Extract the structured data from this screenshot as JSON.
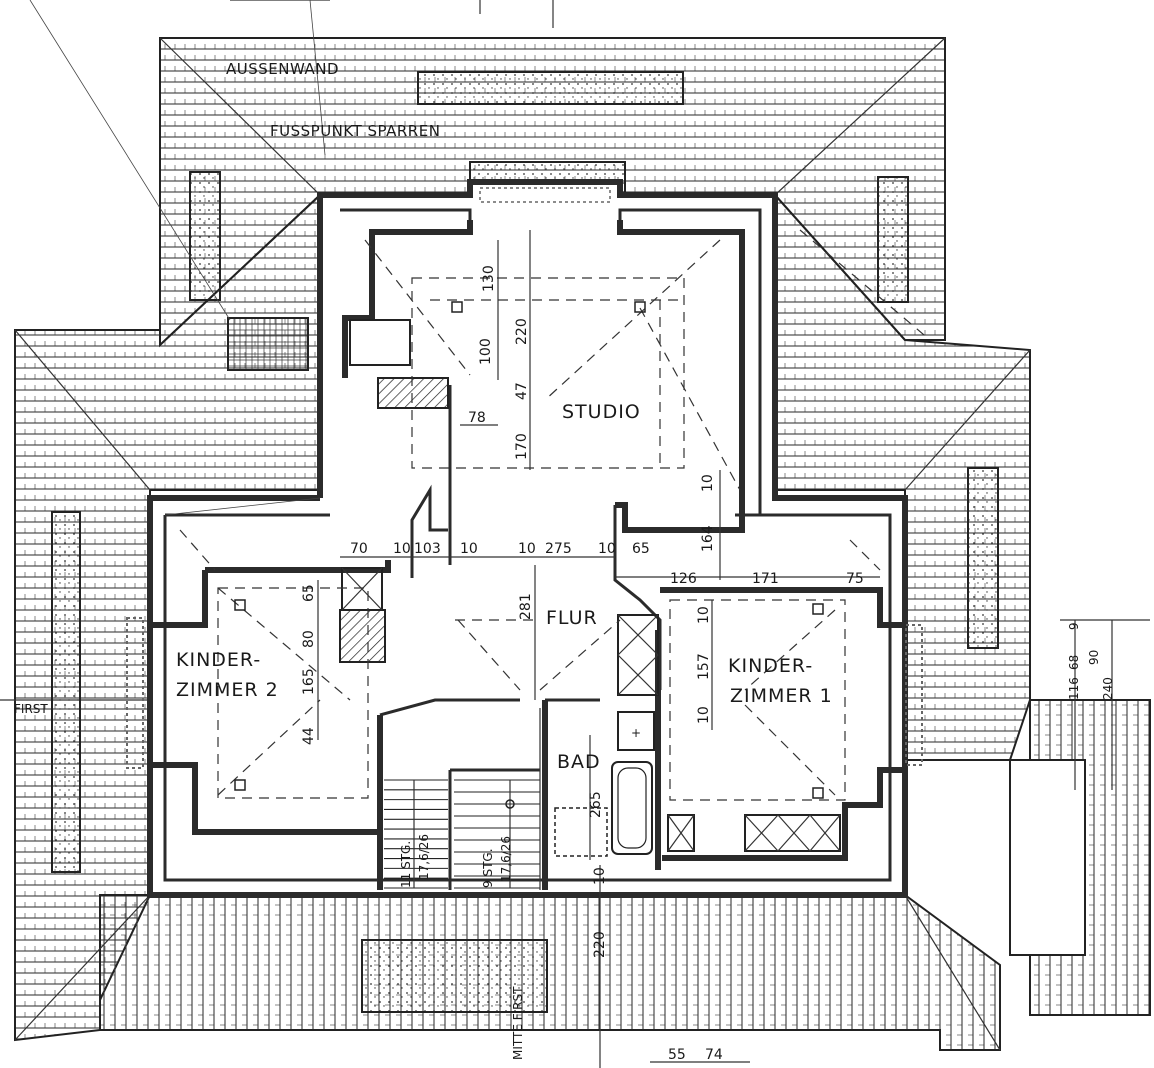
{
  "plan": {
    "notes": {
      "aussenwand": "AUSSENWAND",
      "fusspunkt": "FUSSPUNKT SPARREN",
      "first_left": "FIRST",
      "mitte_first": "MITTE FIRST"
    },
    "rooms": {
      "studio": "STUDIO",
      "flur": "FLUR",
      "bad": "BAD",
      "kinder1_line1": "KINDER-",
      "kinder1_line2": "ZIMMER 1",
      "kinder2_line1": "KINDER-",
      "kinder2_line2": "ZIMMER 2"
    },
    "stairs": {
      "stair1": "11 STG.",
      "stair1_ratio": "17,6/26",
      "stair2": "9 STG.",
      "stair2_ratio": "17,6/26"
    },
    "dimensions": {
      "d130": "130",
      "d220_top": "220",
      "d100": "100",
      "d47": "47",
      "d78": "78",
      "d170": "170",
      "d10_studio": "10",
      "d164": "164",
      "d70": "70",
      "d10_a": "10",
      "d103": "103",
      "d10_b": "10",
      "d10_c": "10",
      "d275": "275",
      "d10_d": "10",
      "d65_top": "65",
      "d281": "281",
      "d126": "126",
      "d171": "171",
      "d75": "75",
      "d65_k2": "65",
      "d80": "80",
      "d165": "165",
      "d44": "44",
      "d10_k1": "10",
      "d157": "157",
      "d10_k1b": "10",
      "d265": "265",
      "d10_bad": "10",
      "d220_bottom": "220",
      "d55": "55",
      "d74": "74",
      "d9": "9",
      "d68": "68",
      "d116": "116",
      "d90": "90",
      "d240": "240"
    }
  }
}
